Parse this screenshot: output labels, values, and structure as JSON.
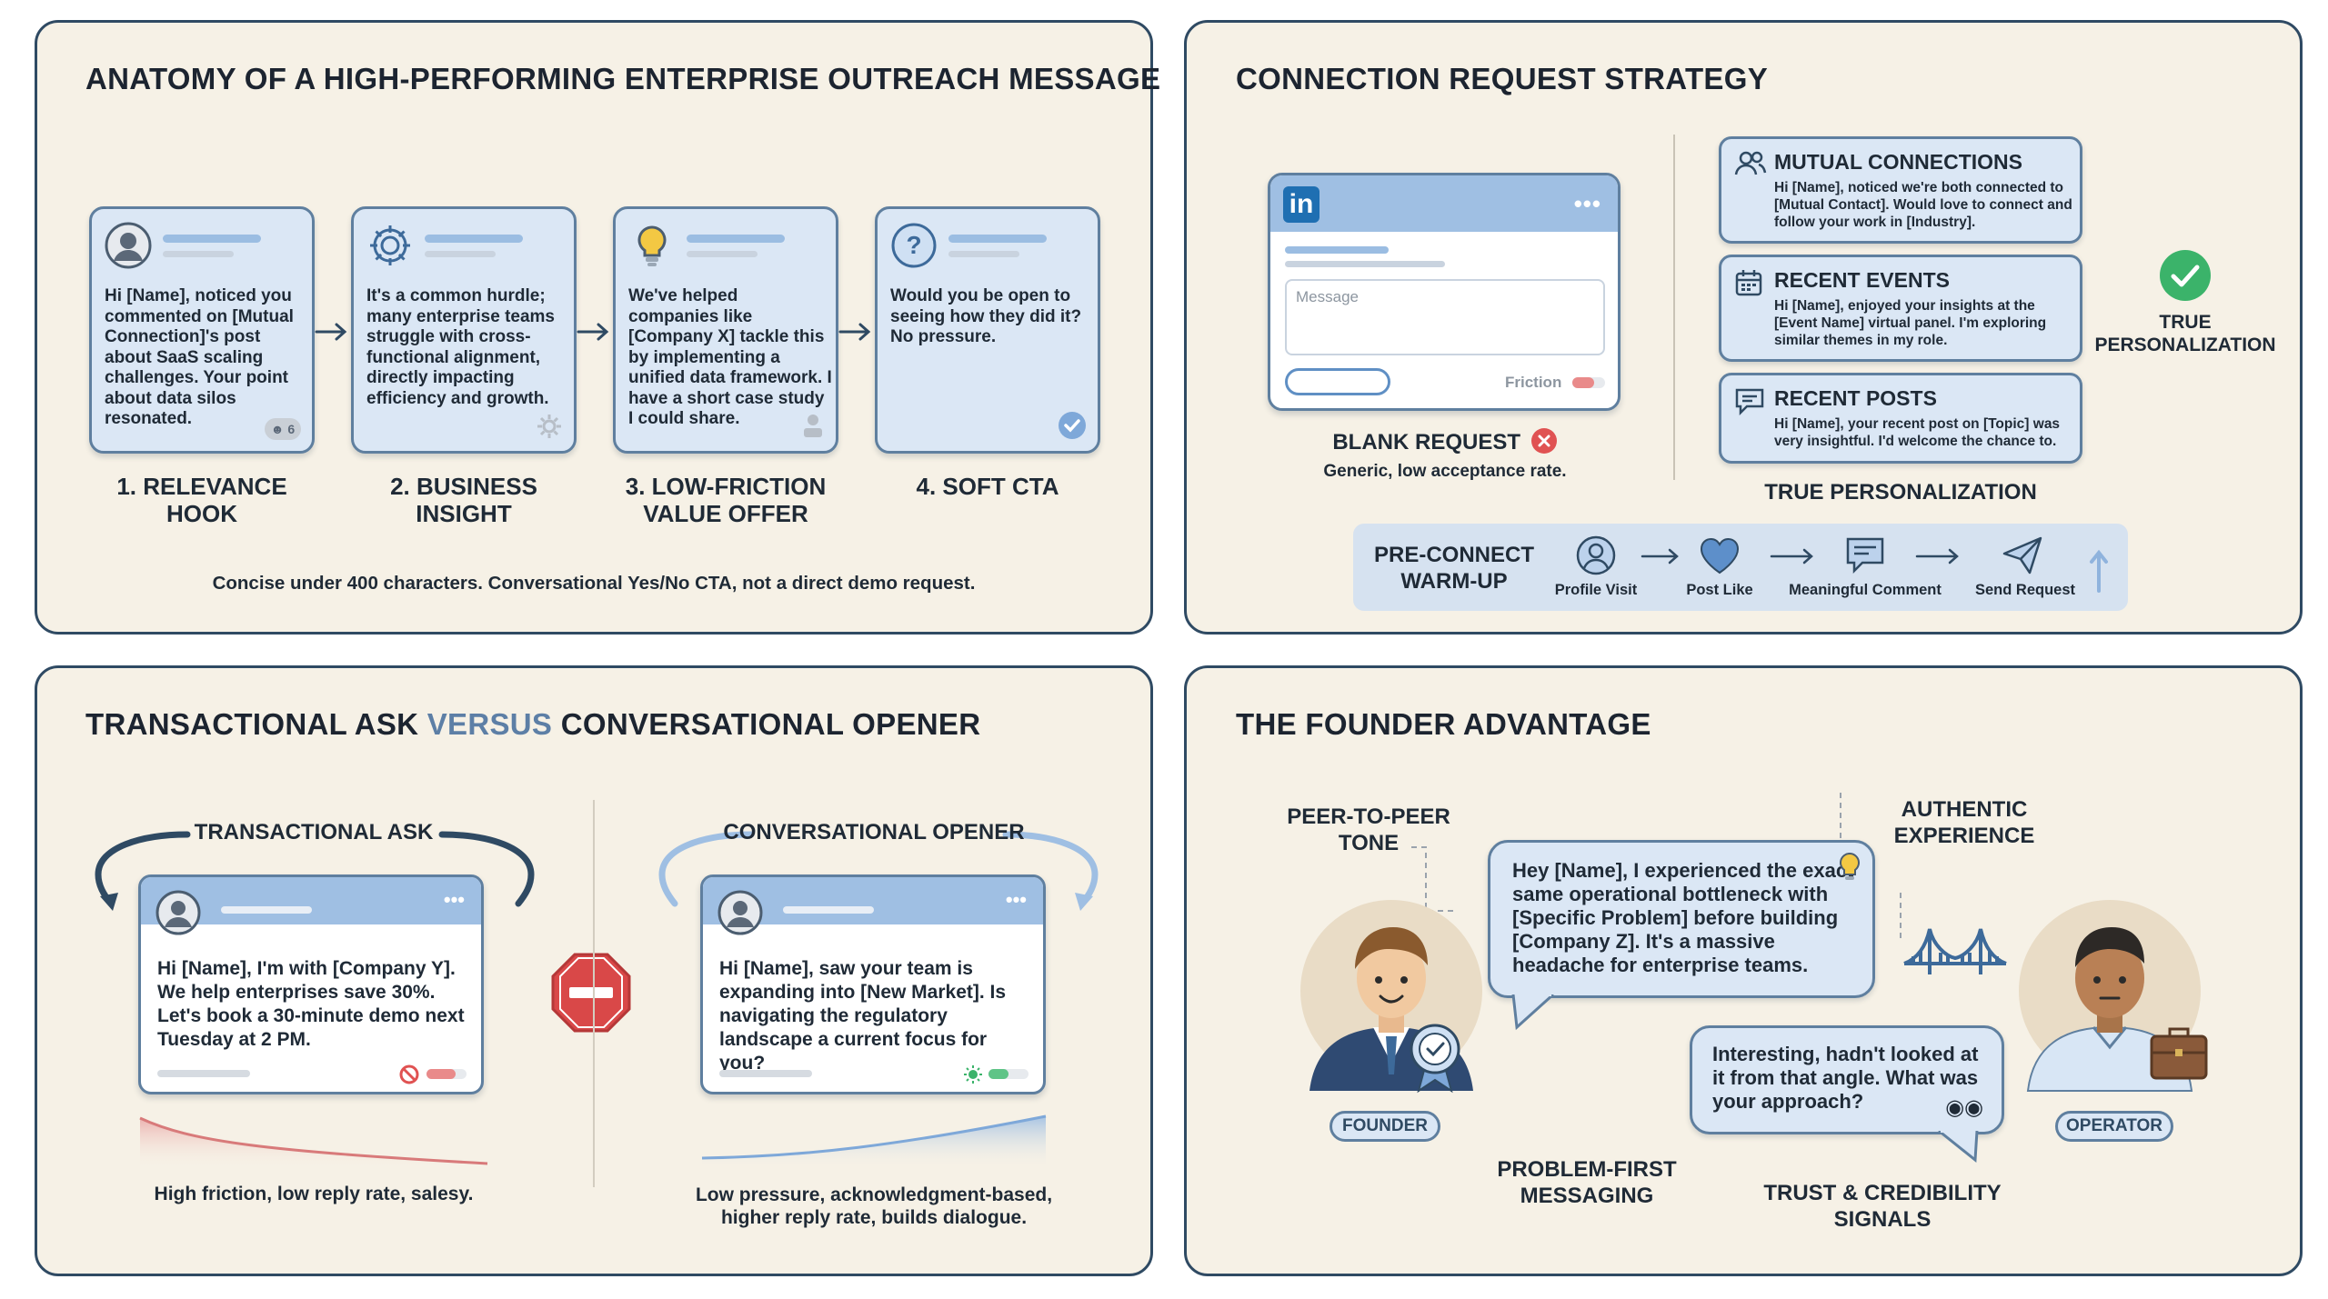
{
  "panel1": {
    "title": "ANATOMY OF A HIGH-PERFORMING ENTERPRISE OUTREACH MESSAGE",
    "cards": [
      {
        "text": "Hi [Name], noticed you commented on [Mutual Connection]'s post about SaaS scaling challenges. Your point about data silos resonated.",
        "badge": "6",
        "caption_line1": "1. RELEVANCE",
        "caption_line2": "HOOK"
      },
      {
        "text": "It's a common hurdle; many enterprise teams struggle with cross-functional alignment, directly impacting efficiency and growth.",
        "caption_line1": "2. BUSINESS",
        "caption_line2": "INSIGHT"
      },
      {
        "text": "We've helped companies like [Company X] tackle this by implementing a unified data framework. I have a short case study I could share.",
        "caption_line1": "3. LOW-FRICTION",
        "caption_line2": "VALUE OFFER"
      },
      {
        "text": "Would you be open to seeing how they did it? No pressure.",
        "caption_line1": "4. SOFT CTA",
        "caption_line2": ""
      }
    ],
    "footer": "Concise under 400 characters. Conversational Yes/No CTA, not a direct demo request."
  },
  "panel2": {
    "title": "CONNECTION REQUEST STRATEGY",
    "linkedin_logo": "in",
    "message_placeholder": "Message",
    "friction_label": "Friction",
    "blank_title": "BLANK REQUEST",
    "blank_sub": "Generic, low acceptance rate.",
    "cards": [
      {
        "icon": "people-icon",
        "title": "MUTUAL CONNECTIONS",
        "body": "Hi [Name], noticed we're both connected to [Mutual Contact]. Would love to connect and follow your work in [Industry]."
      },
      {
        "icon": "calendar-icon",
        "title": "RECENT EVENTS",
        "body": "Hi [Name], enjoyed your insights at the [Event Name] virtual panel. I'm exploring similar themes in my role."
      },
      {
        "icon": "comment-icon",
        "title": "RECENT POSTS",
        "body": "Hi [Name], your recent post on [Topic] was very insightful. I'd welcome the chance to."
      }
    ],
    "true_caption": "TRUE PERSONALIZATION",
    "check_label_line1": "TRUE",
    "check_label_line2": "PERSONALIZATION",
    "warmup_line1": "PRE-CONNECT",
    "warmup_line2": "WARM-UP",
    "warmup_steps": [
      "Profile Visit",
      "Post Like",
      "Meaningful Comment",
      "Send Request"
    ]
  },
  "panel3": {
    "title_a": "TRANSACTIONAL ASK ",
    "title_b": "VERSUS",
    "title_c": " CONVERSATIONAL OPENER",
    "left_label": "TRANSACTIONAL ASK",
    "left_text": "Hi [Name], I'm with [Company Y]. We help enterprises save 30%. Let's book a 30-minute demo next Tuesday at 2 PM.",
    "left_caption": "High friction, low reply rate, salesy.",
    "right_label": "CONVERSATIONAL OPENER",
    "right_text": "Hi [Name], saw your team is expanding into [New Market]. Is navigating the regulatory landscape a current focus for you?",
    "right_caption_line1": "Low pressure, acknowledgment-based,",
    "right_caption_line2": "higher reply rate, builds dialogue."
  },
  "panel4": {
    "title": "THE FOUNDER ADVANTAGE",
    "peer_line1": "PEER-TO-PEER",
    "peer_line2": "TONE",
    "auth_line1": "AUTHENTIC",
    "auth_line2": "EXPERIENCE",
    "founder_text": "Hey [Name], I experienced the exact same operational bottleneck with [Specific Problem] before building [Company Z]. It's a massive headache for enterprise teams.",
    "reply_text": "Interesting, hadn't looked at it from that angle. What was your approach?",
    "founder_label": "FOUNDER",
    "operator_label": "OPERATOR",
    "problem_line1": "PROBLEM-FIRST",
    "problem_line2": "MESSAGING",
    "trust_line1": "TRUST & CREDIBILITY",
    "trust_line2": "SIGNALS"
  },
  "colors": {
    "panel_bg": "#f6f1e6",
    "border": "#2f4a63",
    "card": "#dbe7f5",
    "accent_blue": "#5d7fa6",
    "green": "#3bb36a",
    "red": "#e05252"
  }
}
